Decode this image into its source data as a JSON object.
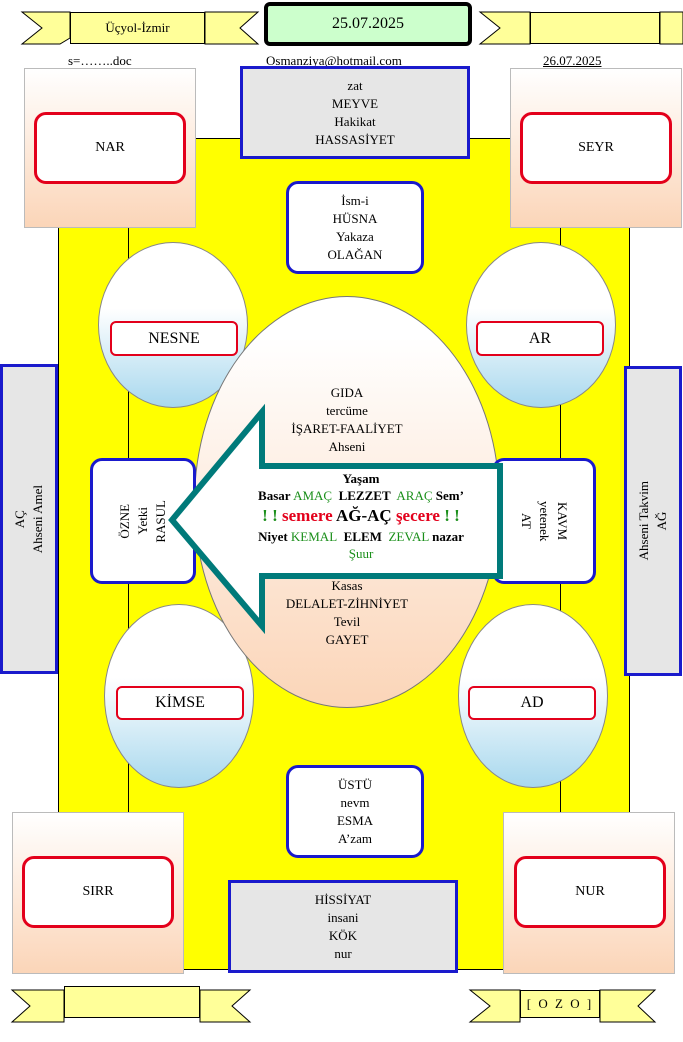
{
  "header": {
    "place": "Üçyol-İzmir",
    "date": "25.07.2025",
    "file": "s=……..doc",
    "email": "Osmanziya@hotmail.com",
    "date2": "26.07.2025"
  },
  "top_box": [
    "zat",
    "MEYVE",
    "Hakikat",
    "HASSASİYET"
  ],
  "upper_box": [
    "İsm-i",
    "HÜSNA",
    "Yakaza",
    "OLAĞAN"
  ],
  "corners": {
    "top_left": "NAR",
    "top_right": "SEYR",
    "bottom_left": "SIRR",
    "bottom_right": "NUR"
  },
  "ovals": {
    "upper_left": "NESNE",
    "upper_right": "AR",
    "lower_left": "KİMSE",
    "lower_right": "AD"
  },
  "side_left": {
    "line1": "AÇ",
    "line2": "Ahseni Amel"
  },
  "side_right": {
    "line1": "Ahseni Takvim",
    "line2": "AĞ"
  },
  "left_mid": [
    "ÖZNE",
    "Yetki",
    "RASUL"
  ],
  "right_mid": [
    "KAVM",
    "yetenek",
    "AT"
  ],
  "egg_top": [
    "GIDA",
    "tercüme",
    "İŞARET-FAALİYET",
    "Ahseni"
  ],
  "arrow": {
    "yasam": "Yaşam",
    "basar": "Basar",
    "amac": "AMAÇ",
    "lezzet": "LEZZET",
    "arac": "ARAÇ",
    "sem": "Sem’",
    "excl": "! !",
    "semere": "semere",
    "agac": "AĞ-AÇ",
    "secere": "şecere",
    "niyet": "Niyet",
    "kemal": "KEMAL",
    "elem": "ELEM",
    "zeval": "ZEVAL",
    "nazar": "nazar",
    "suur": "Şuur"
  },
  "egg_bottom": [
    "Kasas",
    "DELALET-ZİHNİYET",
    "Tevil",
    "GAYET"
  ],
  "lower_box": [
    "ÜSTÜ",
    "nevm",
    "ESMA",
    "A’zam"
  ],
  "bottom_box": [
    "HİSSİYAT",
    "insani",
    "KÖK",
    "nur"
  ],
  "footer": {
    "right": "[ O Z O ]"
  },
  "colors": {
    "field": "#ffff00",
    "frame_blue": "#1a1acc",
    "red": "#e3001b",
    "arrow": "#007a7a",
    "green": "#1a8f1a"
  }
}
